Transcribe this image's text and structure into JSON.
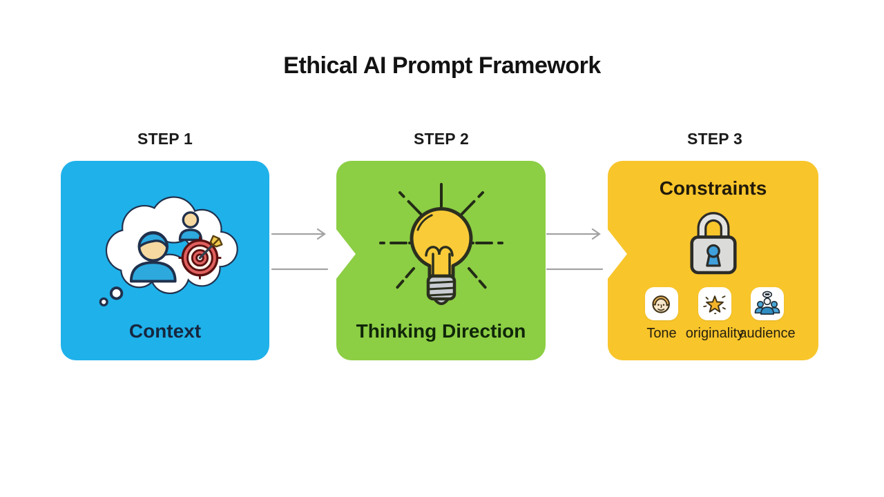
{
  "title": "Ethical AI Prompt Framework",
  "steps": [
    {
      "label": "STEP 1",
      "caption": "Context",
      "icon": "thought-bubble-icon",
      "bg_color": "#1fb1ea",
      "text_color": "#16273f"
    },
    {
      "label": "STEP 2",
      "caption": "Thinking Direction",
      "icon": "lightbulb-icon",
      "bg_color": "#8cce44",
      "text_color": "#10260a"
    },
    {
      "label": "STEP 3",
      "caption": "Constraints",
      "icon": "padlock-icon",
      "bg_color": "#f8c52b",
      "text_color": "#211a0b",
      "constraints": [
        {
          "label": "Tone",
          "icon": "face-icon"
        },
        {
          "label": "originality",
          "icon": "star-icon"
        },
        {
          "label": "audience",
          "icon": "group-icon"
        }
      ]
    }
  ],
  "connectors": {
    "count": 2,
    "style": "two gray lines per gap, top line with right arrowhead",
    "color": "#a2a2a2"
  },
  "colors": {
    "background": "#ffffff",
    "title_text": "#121212",
    "step_label_text": "#1b1b1b",
    "connector": "#a2a2a2"
  }
}
